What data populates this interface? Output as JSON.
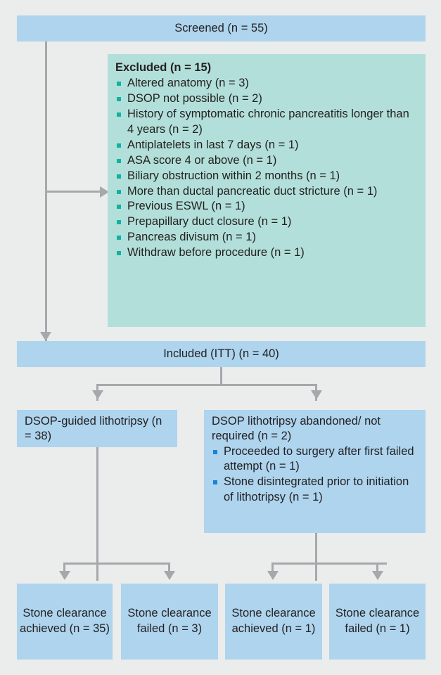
{
  "colors": {
    "background": "#ebecec",
    "box_blue": "#aed4ee",
    "box_green": "#b2dfd9",
    "connector": "#a6a8ab",
    "bullet_teal": "#0cb3a4",
    "bullet_blue": "#1a82d2",
    "text": "#231f20"
  },
  "chart_data": {
    "type": "diagram",
    "title": "Patient flow (CONSORT) diagram",
    "nodes": [
      {
        "id": "screened",
        "label": "Screened (n = 55)",
        "n": 55
      },
      {
        "id": "excluded",
        "label": "Excluded (n = 15)",
        "n": 15
      },
      {
        "id": "included",
        "label": "Included (ITT) (n = 40)",
        "n": 40
      },
      {
        "id": "dsop_guided",
        "label": "DSOP-guided lithotripsy (n = 38)",
        "n": 38
      },
      {
        "id": "dsop_abandoned",
        "label": "DSOP lithotripsy abandoned/ not required (n = 2)",
        "n": 2
      },
      {
        "id": "clear_ach_left",
        "label": "Stone clearance achieved (n = 35)",
        "n": 35
      },
      {
        "id": "clear_fail_left",
        "label": "Stone clearance failed (n = 3)",
        "n": 3
      },
      {
        "id": "clear_ach_right",
        "label": "Stone clearance achieved (n = 1)",
        "n": 1
      },
      {
        "id": "clear_fail_right",
        "label": "Stone clearance failed (n = 1)",
        "n": 1
      }
    ],
    "edges": [
      {
        "from": "screened",
        "to": "excluded"
      },
      {
        "from": "screened",
        "to": "included"
      },
      {
        "from": "included",
        "to": "dsop_guided"
      },
      {
        "from": "included",
        "to": "dsop_abandoned"
      },
      {
        "from": "dsop_guided",
        "to": "clear_ach_left"
      },
      {
        "from": "dsop_guided",
        "to": "clear_fail_left"
      },
      {
        "from": "dsop_abandoned",
        "to": "clear_ach_right"
      },
      {
        "from": "dsop_abandoned",
        "to": "clear_fail_right"
      }
    ]
  },
  "screened": {
    "label": "Screened (n = 55)"
  },
  "excluded": {
    "heading": "Excluded (n = 15)",
    "items": [
      "Altered anatomy (n = 3)",
      "DSOP not possible (n = 2)",
      "History of symptomatic chronic pancreatitis longer than 4 years (n = 2)",
      "Antiplatelets in last 7 days (n = 1)",
      "ASA score 4 or above (n = 1)",
      "Biliary obstruction within 2 months (n = 1)",
      "More than ductal pancreatic duct stricture (n = 1)",
      "Previous ESWL (n = 1)",
      "Prepapillary duct closure (n = 1)",
      "Pancreas divisum (n = 1)",
      "Withdraw before procedure (n = 1)"
    ]
  },
  "included": {
    "label": "Included (ITT) (n = 40)"
  },
  "arm_left": {
    "label": "DSOP-guided lithotripsy (n = 38)"
  },
  "arm_right": {
    "label": "DSOP lithotripsy abandoned/ not required (n = 2)",
    "items": [
      "Proceeded to surgery after first failed attempt (n = 1)",
      "Stone disintegrated prior to initiation of lithotripsy (n = 1)"
    ]
  },
  "outcomes": [
    {
      "label": "Stone clearance achieved (n = 35)"
    },
    {
      "label": "Stone clearance failed (n = 3)"
    },
    {
      "label": "Stone clearance achieved (n = 1)"
    },
    {
      "label": "Stone clearance failed (n = 1)"
    }
  ]
}
